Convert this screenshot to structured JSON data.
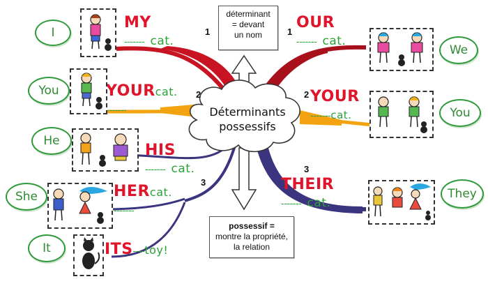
{
  "center": {
    "line1": "Déterminants",
    "line2": "possessifs"
  },
  "top_box": {
    "line1": "déterminant",
    "line2": "= devant",
    "line3": "un nom"
  },
  "bottom_box": {
    "line1": "possessif =",
    "line2": "montre la propriété,",
    "line3": "la relation"
  },
  "left": [
    {
      "pronoun": "I",
      "determiner": "MY",
      "blank": "-------",
      "word": "cat.",
      "number": "1"
    },
    {
      "pronoun": "You",
      "determiner": "YOUR",
      "blank": "-------",
      "word": "cat.",
      "number": "2"
    },
    {
      "pronoun": "He",
      "determiner": "HIS",
      "blank": "-------",
      "word": "cat.",
      "number": ""
    },
    {
      "pronoun": "She",
      "determiner": "HER",
      "blank": "-------",
      "word": "cat.",
      "number": "3"
    },
    {
      "pronoun": "It",
      "determiner": "ITS",
      "blank": "----",
      "word": "toy!",
      "number": ""
    }
  ],
  "right": [
    {
      "pronoun": "We",
      "determiner": "OUR",
      "blank": "-------",
      "word": "cat.",
      "number": "1"
    },
    {
      "pronoun": "You",
      "determiner": "YOUR",
      "blank": "-------",
      "word": "cat.",
      "number": "2"
    },
    {
      "pronoun": "They",
      "determiner": "THEIR",
      "blank": "-------",
      "word": "cat.",
      "number": "3"
    }
  ],
  "colors": {
    "branch_1": "#c81422",
    "branch_2": "#f2a30f",
    "branch_3": "#3b347e",
    "determiner": "#e0142a",
    "blank": "#2aa238",
    "bubble_border": "#2f9a3a"
  }
}
